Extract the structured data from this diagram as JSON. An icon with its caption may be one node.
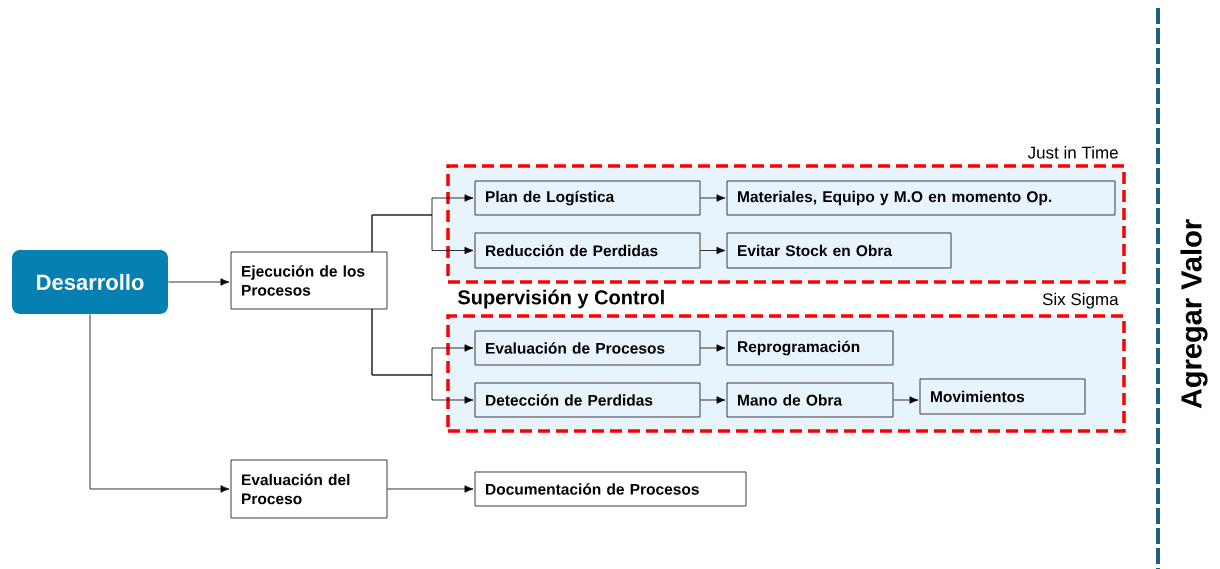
{
  "diagram": {
    "nodes": [
      {
        "text": [
          "Desarrollo"
        ]
      },
      {
        "text": [
          "Ejecución de los Procesos"
        ]
      },
      {
        "text": [
          "Evaluación del Proceso"
        ]
      },
      {
        "text": [
          "Just in Time"
        ]
      },
      {
        "text": [
          "Plan de Logística"
        ],
        "in": 3
      },
      {
        "text": [
          "Materiales, Equipo y M.O en momento Op."
        ],
        "in": 3
      },
      {
        "text": [
          "Reducción de Perdidas"
        ],
        "in": 3
      },
      {
        "text": [
          "Evitar Stock en Obra"
        ],
        "in": 3
      },
      {
        "text": [
          "Six Sigma"
        ]
      },
      {
        "text": [
          "Evaluación de Procesos"
        ],
        "in": 8
      },
      {
        "text": [
          "Reprogramación"
        ],
        "in": 8
      },
      {
        "text": [
          "Detección de Perdidas"
        ],
        "in": 8
      },
      {
        "text": [
          "Mano de Obra"
        ],
        "in": 8
      },
      {
        "text": [
          "Movimientos"
        ],
        "in": 8
      },
      {
        "text": [
          "Documentación de Procesos"
        ]
      }
    ],
    "edges": [
      {
        "from": 0,
        "to": 1,
        "arrow": "to"
      },
      {
        "from": 0,
        "to": 2,
        "arrow": "to"
      },
      {
        "from": 1,
        "to": 4,
        "arrow": "to"
      },
      {
        "from": 1,
        "to": 6,
        "arrow": "to"
      },
      {
        "from": 1,
        "to": 9,
        "arrow": "to"
      },
      {
        "from": 1,
        "to": 11,
        "arrow": "to"
      },
      {
        "from": 4,
        "to": 5,
        "arrow": "to"
      },
      {
        "from": 6,
        "to": 7,
        "arrow": "to"
      },
      {
        "from": 9,
        "to": 10,
        "arrow": "to"
      },
      {
        "from": 11,
        "to": 12,
        "arrow": "to"
      },
      {
        "from": 12,
        "to": 13,
        "arrow": "to"
      },
      {
        "from": 2,
        "to": 14,
        "arrow": "to"
      }
    ],
    "labels": [
      "Supervisión y Control",
      "Agregar Valor"
    ]
  }
}
